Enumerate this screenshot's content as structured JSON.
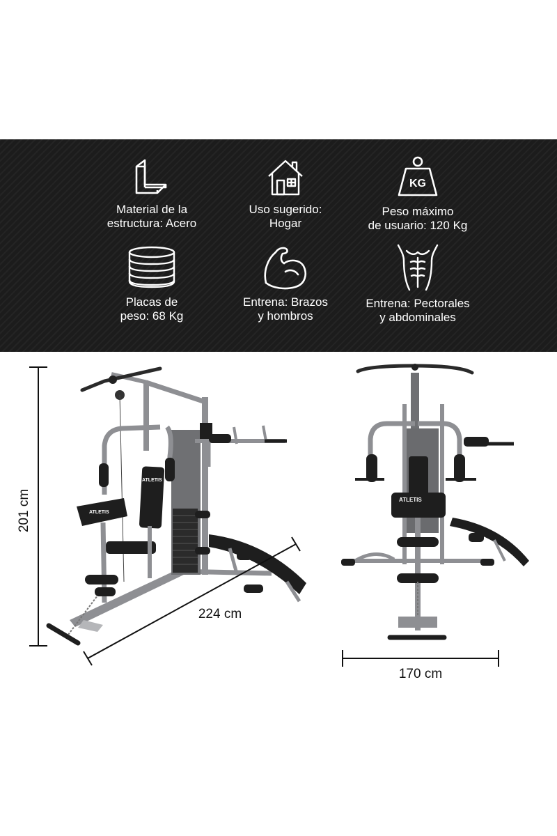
{
  "features": [
    {
      "icon": "angle-steel-icon",
      "lines": [
        "Material de la",
        "estructura: Acero"
      ]
    },
    {
      "icon": "house-icon",
      "lines": [
        "Uso sugerido:",
        "Hogar"
      ]
    },
    {
      "icon": "kettlebell-weight-icon",
      "lines": [
        "Peso máximo",
        "de usuario: 120 Kg"
      ]
    },
    {
      "icon": "weight-plates-stack-icon",
      "lines": [
        "Placas de",
        "peso: 68 Kg"
      ]
    },
    {
      "icon": "flexed-arm-icon",
      "lines": [
        "Entrena: Brazos",
        "y hombros"
      ]
    },
    {
      "icon": "abs-torso-icon",
      "lines": [
        "Entrena: Pectorales",
        "y abdominales"
      ]
    }
  ],
  "weight_badge": "KG",
  "brand": "ATLETIS",
  "dimensions": {
    "height": "201 cm",
    "depth": "224 cm",
    "width": "170 cm"
  },
  "colors": {
    "banner": "#1c1c1c",
    "frame": "#8e8f93",
    "pads": "#1e1e1e",
    "text_light": "#ffffff"
  }
}
